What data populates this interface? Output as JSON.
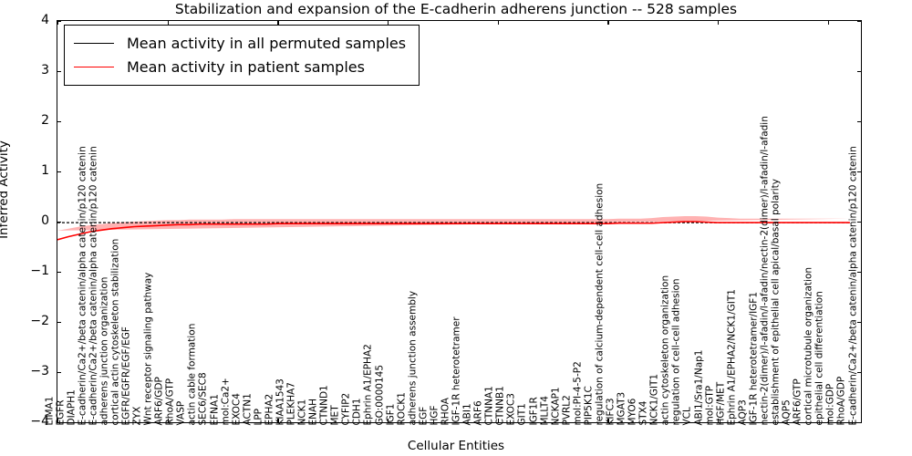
{
  "chart_data": {
    "type": "line",
    "title": "Stabilization and expansion of the E-cadherin adherens junction -- 528 samples",
    "xlabel": "Cellular Entities",
    "ylabel": "Inferred Activity",
    "ylim": [
      -4,
      4
    ],
    "yticks": [
      "4",
      "3",
      "2",
      "1",
      "0",
      "-1",
      "-2",
      "-3",
      "-4"
    ],
    "grid": false,
    "legend_position": "upper-left",
    "legend": [
      {
        "label": "Mean activity in all permuted samples",
        "color": "#000000"
      },
      {
        "label": "Mean activity in patient samples",
        "color": "#ff0000"
      }
    ],
    "categories": [
      "LIMA1",
      "EGFR",
      "DIAPH1",
      "E-cadherin/Ca2+/beta catenin/alpha catenin/p120 catenin",
      "E-cadherin/Ca2+/beta catenin/alpha catenin/p120 catenin",
      "adherens junction organization",
      "cortical actin cytoskeleton stabilization",
      "EGFR/EGFR/EGF/EGF",
      "ZYX",
      "Wnt receptor signaling pathway",
      "ARF6/GDP",
      "RhoA/GTP",
      "VASP",
      "actin cable formation",
      "SEC6/SEC8",
      "EFNA1",
      "mol:Ca2+",
      "EXOC4",
      "ACTN1",
      "LPP",
      "EPHA2",
      "KIAA1543",
      "PLEKHA7",
      "NCK1",
      "ENAH",
      "CTNND1",
      "MET",
      "CYFIP2",
      "CDH1",
      "Ephrin A1/EPHA2",
      "GO:0000145",
      "IGF1",
      "ROCK1",
      "adherens junction assembly",
      "EGF",
      "HGF",
      "RHOA",
      "IGF-1R heterotetramer",
      "ABI1",
      "ARF6",
      "CTNNA1",
      "CTNNB1",
      "EXOC3",
      "GIT1",
      "IGF1R",
      "MLLT4",
      "NCKAP1",
      "PVRL2",
      "mol:PI-4-5-P2",
      "PIP5K1C",
      "regulation of calcium-dependent cell-cell adhesion",
      "KIFC3",
      "MGAT3",
      "MYO6",
      "STX4",
      "NCK1/GIT1",
      "actin cytoskeleton organization",
      "regulation of cell-cell adhesion",
      "VCL",
      "ABI1/Sra1/Nap1",
      "mol:GTP",
      "HGF/MET",
      "Ephrin A1/EPHA2/NCK1/GIT1",
      "AQP3",
      "IGF-1R heterotetramer/IGF1",
      "nectin-2(dimer)/l-afadin/l-afadin/nectin-2(dimer)/l-afadin/l-afadin",
      "establishment of epithelial cell apical/basal polarity",
      "AQP5",
      "ARF6/GTP",
      "cortical microtubule organization",
      "epithelial cell differentiation",
      "mol:GDP",
      "RhoA/GDP",
      "E-cadherin/Ca2+/beta catenin/alpha catenin/p120 catenin"
    ],
    "series": [
      {
        "name": "Mean activity in all permuted samples",
        "color": "#000000",
        "values": [
          -0.02,
          -0.02,
          -0.02,
          -0.02,
          -0.02,
          -0.02,
          -0.02,
          -0.02,
          -0.02,
          -0.02,
          -0.02,
          -0.02,
          -0.02,
          -0.02,
          -0.02,
          -0.02,
          -0.02,
          -0.02,
          -0.02,
          -0.02,
          -0.02,
          -0.02,
          -0.02,
          -0.02,
          -0.02,
          -0.02,
          -0.02,
          -0.02,
          -0.02,
          -0.02,
          -0.02,
          -0.02,
          -0.02,
          -0.02,
          -0.02,
          -0.02,
          -0.02,
          -0.02,
          -0.02,
          -0.02,
          -0.02,
          -0.02,
          -0.02,
          -0.02,
          -0.02,
          -0.02,
          -0.02,
          -0.02,
          -0.02,
          -0.02,
          -0.02,
          -0.02,
          -0.02,
          -0.02,
          -0.02,
          -0.02,
          -0.02,
          -0.02,
          -0.02,
          -0.02,
          -0.02,
          -0.02,
          -0.02,
          -0.02,
          -0.02,
          -0.02,
          -0.02,
          -0.02,
          -0.02,
          -0.02,
          -0.02,
          -0.02,
          -0.02
        ],
        "band_upper": [
          0.12,
          0.12,
          0.12,
          0.12,
          0.12,
          0.12,
          0.12,
          0.12,
          0.12,
          0.12,
          0.12,
          0.12,
          0.12,
          0.12,
          0.12,
          0.12,
          0.12,
          0.12,
          0.12,
          0.12,
          0.12,
          0.12,
          0.12,
          0.12,
          0.12,
          0.12,
          0.12,
          0.12,
          0.12,
          0.12,
          0.12,
          0.12,
          0.12,
          0.12,
          0.12,
          0.12,
          0.12,
          0.12,
          0.12,
          0.12,
          0.12,
          0.12,
          0.12,
          0.12,
          0.12,
          0.12,
          0.12,
          0.12,
          0.12,
          0.12,
          0.12,
          0.12,
          0.12,
          0.12,
          0.12,
          0.12,
          0.12,
          0.12,
          0.12,
          0.12,
          0.12,
          0.12,
          0.12,
          0.12,
          0.12,
          0.12,
          0.12,
          0.12,
          0.12,
          0.12,
          0.12,
          0.12,
          0.12
        ],
        "band_lower": [
          -0.14,
          -0.14,
          -0.14,
          -0.14,
          -0.14,
          -0.14,
          -0.14,
          -0.14,
          -0.14,
          -0.14,
          -0.14,
          -0.14,
          -0.14,
          -0.14,
          -0.14,
          -0.14,
          -0.14,
          -0.14,
          -0.14,
          -0.14,
          -0.14,
          -0.14,
          -0.14,
          -0.14,
          -0.14,
          -0.14,
          -0.14,
          -0.14,
          -0.14,
          -0.14,
          -0.14,
          -0.14,
          -0.14,
          -0.14,
          -0.14,
          -0.14,
          -0.14,
          -0.14,
          -0.14,
          -0.14,
          -0.14,
          -0.14,
          -0.14,
          -0.14,
          -0.14,
          -0.14,
          -0.14,
          -0.14,
          -0.14,
          -0.14,
          -0.14,
          -0.14,
          -0.14,
          -0.14,
          -0.14,
          -0.14,
          -0.14,
          -0.14,
          -0.14,
          -0.14,
          -0.14,
          -0.14,
          -0.14,
          -0.14,
          -0.14,
          -0.14,
          -0.14,
          -0.14,
          -0.14,
          -0.14,
          -0.14,
          -0.14,
          -0.14
        ]
      },
      {
        "name": "Mean activity in patient samples",
        "color": "#ff0000",
        "values": [
          -0.36,
          -0.3,
          -0.25,
          -0.2,
          -0.17,
          -0.14,
          -0.12,
          -0.1,
          -0.09,
          -0.08,
          -0.07,
          -0.06,
          -0.06,
          -0.05,
          -0.05,
          -0.05,
          -0.05,
          -0.05,
          -0.05,
          -0.05,
          -0.04,
          -0.04,
          -0.04,
          -0.04,
          -0.04,
          -0.04,
          -0.04,
          -0.04,
          -0.04,
          -0.04,
          -0.04,
          -0.04,
          -0.04,
          -0.04,
          -0.04,
          -0.04,
          -0.04,
          -0.04,
          -0.04,
          -0.04,
          -0.04,
          -0.04,
          -0.04,
          -0.04,
          -0.04,
          -0.04,
          -0.04,
          -0.04,
          -0.04,
          -0.04,
          -0.04,
          -0.03,
          -0.03,
          -0.03,
          -0.03,
          -0.02,
          -0.01,
          0.0,
          0.0,
          -0.01,
          -0.02,
          -0.02,
          -0.02,
          -0.02,
          -0.02,
          -0.02,
          -0.02,
          -0.02,
          -0.02,
          -0.02,
          -0.02,
          -0.02,
          -0.02
        ],
        "band_upper": [
          -0.18,
          -0.14,
          -0.1,
          -0.07,
          -0.05,
          -0.03,
          -0.01,
          0.0,
          0.01,
          0.02,
          0.03,
          0.03,
          0.04,
          0.04,
          0.04,
          0.04,
          0.05,
          0.05,
          0.05,
          0.05,
          0.05,
          0.05,
          0.05,
          0.05,
          0.05,
          0.05,
          0.05,
          0.05,
          0.05,
          0.05,
          0.05,
          0.05,
          0.05,
          0.05,
          0.05,
          0.05,
          0.05,
          0.05,
          0.05,
          0.05,
          0.05,
          0.05,
          0.05,
          0.05,
          0.05,
          0.05,
          0.05,
          0.05,
          0.05,
          0.05,
          0.05,
          0.06,
          0.06,
          0.06,
          0.07,
          0.09,
          0.1,
          0.11,
          0.11,
          0.1,
          0.08,
          0.07,
          0.06,
          0.06,
          0.06,
          0.06,
          0.06,
          0.06,
          0.06,
          0.06,
          0.06,
          0.06,
          0.06
        ],
        "band_lower": [
          -0.62,
          -0.52,
          -0.43,
          -0.36,
          -0.31,
          -0.26,
          -0.23,
          -0.2,
          -0.18,
          -0.17,
          -0.16,
          -0.15,
          -0.15,
          -0.14,
          -0.14,
          -0.14,
          -0.14,
          -0.14,
          -0.14,
          -0.14,
          -0.13,
          -0.13,
          -0.13,
          -0.13,
          -0.13,
          -0.13,
          -0.13,
          -0.13,
          -0.13,
          -0.13,
          -0.13,
          -0.13,
          -0.13,
          -0.13,
          -0.13,
          -0.13,
          -0.13,
          -0.13,
          -0.13,
          -0.13,
          -0.13,
          -0.13,
          -0.13,
          -0.13,
          -0.13,
          -0.13,
          -0.13,
          -0.13,
          -0.13,
          -0.13,
          -0.13,
          -0.12,
          -0.12,
          -0.12,
          -0.12,
          -0.12,
          -0.11,
          -0.1,
          -0.1,
          -0.11,
          -0.11,
          -0.11,
          -0.11,
          -0.11,
          -0.11,
          -0.11,
          -0.11,
          -0.11,
          -0.11,
          -0.11,
          -0.11,
          -0.11,
          -0.11
        ]
      }
    ]
  }
}
